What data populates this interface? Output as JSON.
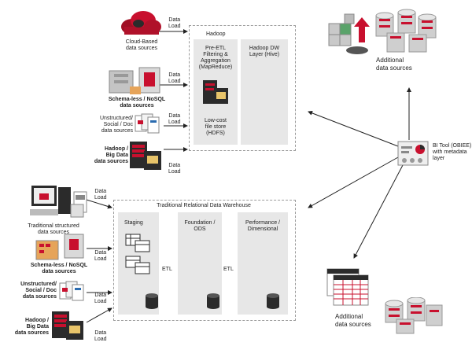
{
  "labels": {
    "cloud": "Cloud-Based\ndata sources",
    "schema_top": "Schema-less / NoSQL\ndata sources",
    "unstructured_top": "Unstructured/\nSocial / Doc\ndata sources",
    "hadoop_top": "Hadoop /\nBig Data\ndata sources",
    "data_load": "Data\nLoad",
    "hadoop_title": "Hadoop",
    "pre_etl": "Pre-ETL\nFiltering &\nAggregation\n(MapReduce)",
    "hdfs": "Low-cost\nfile store\n(HDFS)",
    "hadoop_dw": "Hadoop DW\nLayer (Hive)",
    "additional_top": "Additional\ndata sources",
    "bi_tool": "BI Tool (OBIEE)\nwith metadata\nlayer",
    "traditional_structured": "Traditional structured\ndata sources",
    "schema_bottom": "Schema-less / NoSQL\ndata sources",
    "unstructured_bottom": "Unstructured/\nSocial / Doc\ndata sources",
    "hadoop_bottom": "Hadoop /\nBig Data\ndata sources",
    "trdw_title": "Traditional Relational Data Warehouse",
    "staging": "Staging",
    "foundation": "Foundation /\nODS",
    "performance": "Performance /\nDimensional",
    "etl": "ETL",
    "additional_bottom": "Additional\ndata sources"
  },
  "colors": {
    "accent_red": "#c8102e",
    "panel_grey": "#e7e7e7",
    "dark": "#2b2b2b"
  }
}
